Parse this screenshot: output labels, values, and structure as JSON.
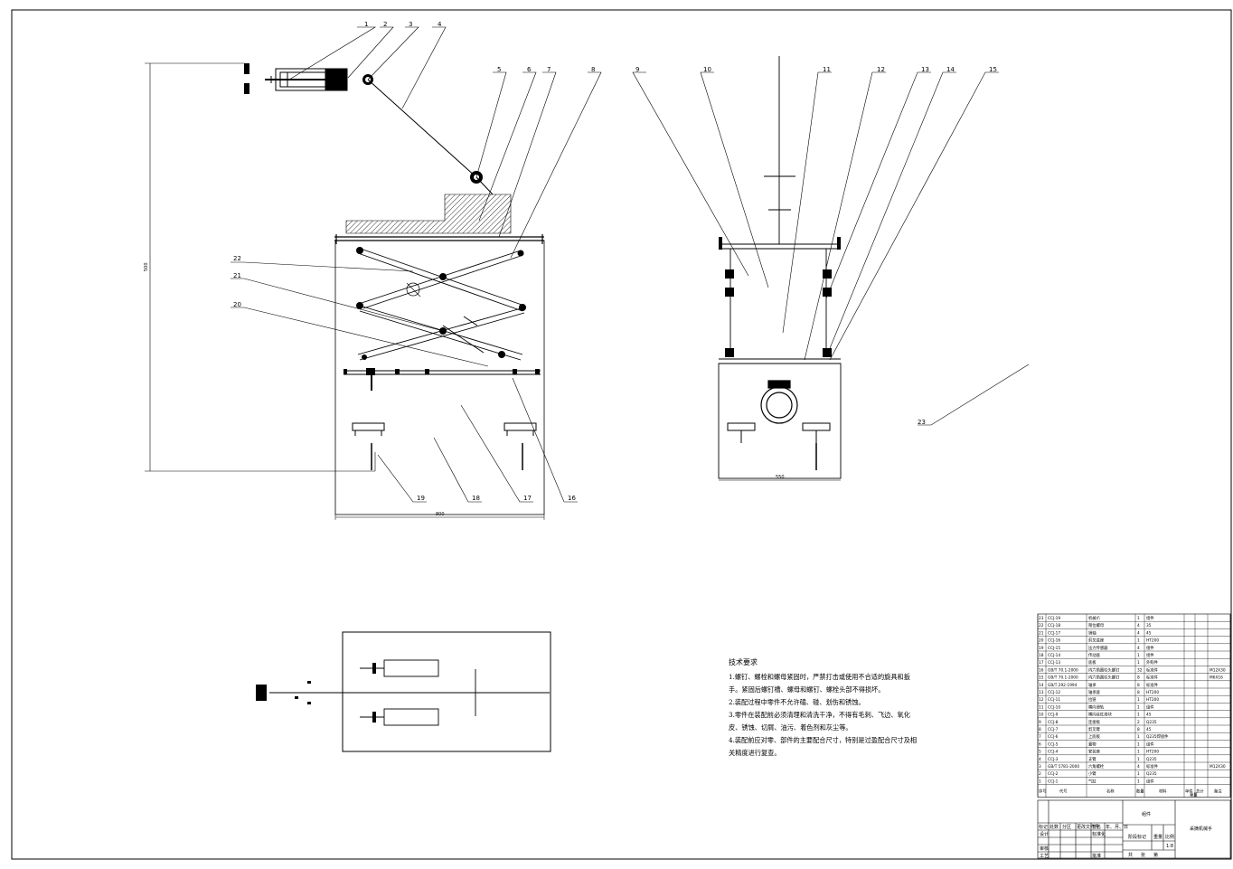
{
  "balloons": [
    "1",
    "2",
    "3",
    "4",
    "5",
    "6",
    "7",
    "8",
    "9",
    "10",
    "11",
    "12",
    "13",
    "14",
    "15",
    "16",
    "17",
    "18",
    "19",
    "20",
    "21",
    "22",
    "23"
  ],
  "dimensions": {
    "left_height": "500",
    "front_width": "800",
    "side_width": "550"
  },
  "tech_notes": {
    "title": "技术要求",
    "items": [
      "1.螺钉、螺栓和螺母紧固时，严禁打击或使用不合适的旋具和扳手。紧固后螺钉槽、螺母和螺钉、螺栓头部不得损坏。",
      "2.装配过程中零件不允许磕、碰、划伤和锈蚀。",
      "3.零件在装配前必须清理和清洗干净，不得有毛刺、飞边、氧化皮、锈蚀、切屑、油污、着色剂和灰尘等。",
      "4.装配前应对零、部件的主要配合尺寸，特别是过盈配合尺寸及相关精度进行复查。"
    ]
  },
  "bom": {
    "rows": [
      [
        "23",
        "CCJ-19",
        "机械爪",
        "1",
        "组件",
        ""
      ],
      [
        "22",
        "CCJ-18",
        "限位螺母",
        "4",
        "35",
        ""
      ],
      [
        "21",
        "CCJ-17",
        "销轴",
        "4",
        "45",
        ""
      ],
      [
        "20",
        "CCJ-16",
        "剪叉底座",
        "1",
        "HT200",
        ""
      ],
      [
        "19",
        "CCJ-15",
        "压力传感器",
        "4",
        "组件",
        ""
      ],
      [
        "18",
        "CCJ-14",
        "传动座",
        "1",
        "组件",
        ""
      ],
      [
        "17",
        "CCJ-13",
        "底板",
        "1",
        "外购件",
        ""
      ],
      [
        "16",
        "GB/T 70.1-2000",
        "内六角圆柱头螺钉",
        "32",
        "标准件",
        "M12X30"
      ],
      [
        "15",
        "GB/T 70.1-2000",
        "内六角圆柱头螺钉",
        "8",
        "标准件",
        "M6X16"
      ],
      [
        "14",
        "GB/T 292-1994",
        "轴承",
        "8",
        "标准件",
        ""
      ],
      [
        "13",
        "CCJ-12",
        "轴承座",
        "8",
        "HT200",
        ""
      ],
      [
        "12",
        "CCJ-11",
        "拉链",
        "1",
        "HT200",
        ""
      ],
      [
        "11",
        "CCJ-10",
        "横向滑轨",
        "1",
        "组件",
        ""
      ],
      [
        "10",
        "CCJ-9",
        "横向丝杠滑块",
        "1",
        "45",
        ""
      ],
      [
        "9",
        "CCJ-8",
        "连接板",
        "2",
        "Q235",
        ""
      ],
      [
        "8",
        "CCJ-7",
        "剪叉臂",
        "8",
        "45",
        ""
      ],
      [
        "7",
        "CCJ-6",
        "上底板",
        "1",
        "Q235焊接件",
        ""
      ],
      [
        "6",
        "CCJ-5",
        "置物",
        "1",
        "组件",
        ""
      ],
      [
        "5",
        "CCJ-4",
        "安装座",
        "1",
        "HT200",
        ""
      ],
      [
        "4",
        "CCJ-3",
        "支臂",
        "1",
        "Q235",
        ""
      ],
      [
        "3",
        "GB/T 5781-2000",
        "六角螺栓",
        "4",
        "标准件",
        "M12X30"
      ],
      [
        "2",
        "CCJ-2",
        "小臂",
        "1",
        "Q235",
        ""
      ],
      [
        "1",
        "CCJ-1",
        "气缸",
        "1",
        "组件",
        ""
      ]
    ],
    "header": {
      "seq": "序号",
      "code": "代号",
      "name": "名称",
      "qty": "数量",
      "material": "材料",
      "weight_single": "单件",
      "weight_total": "总计",
      "weight": "重量",
      "remark": "备注"
    }
  },
  "title_block": {
    "assembly": "组件",
    "drawing_name": "采摘机械手",
    "stage_mark": "阶段标记",
    "weight": "重量",
    "scale": "比例",
    "scale_value": "1:8",
    "sheet_total": "共",
    "sheet_no": "第",
    "sheet_unit": "张",
    "rev_labels": [
      "标记",
      "处数",
      "分区",
      "更改文件号",
      "签名",
      "年、月、日"
    ],
    "design": "设计",
    "standardize": "标准化",
    "review": "审核",
    "process": "工艺",
    "approve": "批准"
  }
}
